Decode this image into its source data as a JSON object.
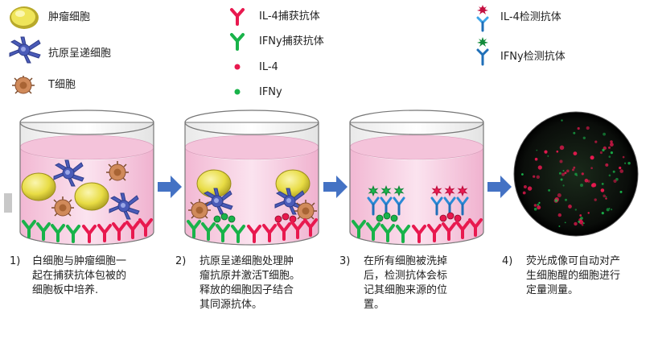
{
  "legend": {
    "tumor_cell": "肿瘤细胞",
    "apc_cell": "抗原呈递细胞",
    "t_cell": "T细胞",
    "il4_capture": "IL-4捕获抗体",
    "ifny_capture": "IFNy捕获抗体",
    "il4": "IL-4",
    "ifny": "IFNy",
    "il4_detect": "IL-4检测抗体",
    "ifny_detect": "IFNy检测抗体"
  },
  "steps": [
    {
      "num": "1)",
      "text": "白细胞与肿瘤细胞一起在捕获抗体包被的细胞板中培养."
    },
    {
      "num": "2)",
      "text": "抗原呈递细胞处理肿瘤抗原并激活T细胞。释放的细胞因子结合其同源抗体。"
    },
    {
      "num": "3)",
      "text": "在所有细胞被洗掉后，检测抗体会标记其细胞来源的位置。"
    },
    {
      "num": "4)",
      "text": "荧光成像可自动对产生细胞醒的细胞进行定量测量。"
    }
  ],
  "colors": {
    "il4_red": "#e8194f",
    "ifny_green": "#19b34a",
    "tumor_yellow": "#e6dc3c",
    "apc_blue": "#4a5bb8",
    "tcell_orange": "#d08a5a",
    "arrow_blue": "#4472c4",
    "well_pink": "#f7c9df"
  }
}
